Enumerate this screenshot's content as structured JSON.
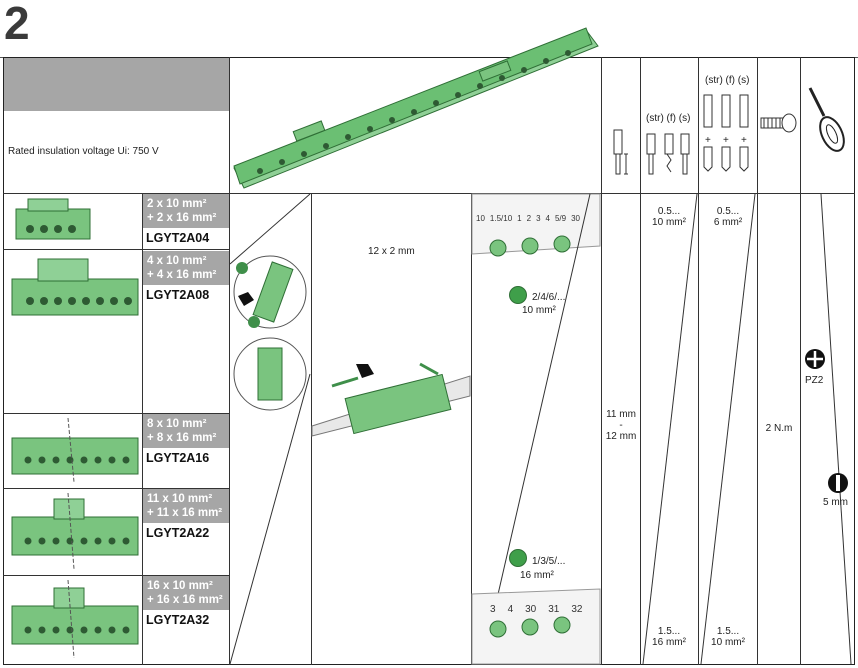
{
  "page_number": "2",
  "rated_voltage": "Rated insulation voltage Ui: 750 V",
  "headers": {
    "str_f_s_1": "(str) (f) (s)",
    "str_f_s_2": "(str) (f) (s)",
    "plus": "+"
  },
  "rows": [
    {
      "label_line1": "2 x 10 mm²",
      "label_line2": "+ 2 x 16 mm²",
      "ref": "LGYT2A04"
    },
    {
      "label_line1": "4 x 10 mm²",
      "label_line2": "+ 4 x 16 mm²",
      "ref": "LGYT2A08"
    },
    {
      "label_line1": "8 x 10 mm²",
      "label_line2": "+ 8 x 16 mm²",
      "ref": "LGYT2A16"
    },
    {
      "label_line1": "11 x 10 mm²",
      "label_line2": "+ 11 x 16 mm²",
      "ref": "LGYT2A22"
    },
    {
      "label_line1": "16 x 10 mm²",
      "label_line2": "+ 16 x 16 mm²",
      "ref": "LGYT2A32"
    }
  ],
  "rail": "12 x 2 mm",
  "mount_dots": {
    "top_label_1": "2/4/6/...",
    "top_label_2": "10 mm²",
    "bottom_label_1": "1/3/5/...",
    "bottom_label_2": "16 mm²",
    "scale_top": [
      "10",
      "1.5/10",
      "1",
      "2",
      "3",
      "4",
      "5/9",
      "30"
    ],
    "scale_bottom": [
      "3",
      "4",
      "30",
      "31",
      "32"
    ]
  },
  "strip_length": {
    "line1": "11 mm",
    "line2": "-",
    "line3": "12 mm"
  },
  "col_str_f_s_1": {
    "top_1": "0.5...",
    "top_2": "10 mm²",
    "bottom_1": "1.5...",
    "bottom_2": "16 mm²"
  },
  "col_str_f_s_2": {
    "top_1": "0.5...",
    "top_2": "6 mm²",
    "bottom_1": "1.5...",
    "bottom_2": "10 mm²"
  },
  "torque": "2 N.m",
  "screwdriver": {
    "pz": "PZ2",
    "flat": "5 mm"
  },
  "colors": {
    "green": "#7ac47f",
    "green_dark": "#3f8f4a",
    "grey": "#a6a6a6",
    "line": "#333333"
  }
}
